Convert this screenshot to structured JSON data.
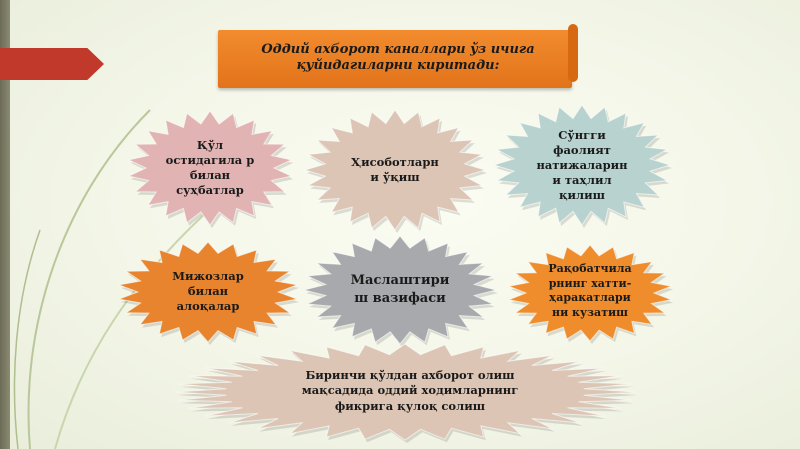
{
  "title": "Оддий ахборот каналлари ўз ичига қуйидагиларни киритади:",
  "nodes": [
    {
      "id": "hand",
      "label": "Қўл остидагила р билан суҳбатлар",
      "color": "#e2b3b3"
    },
    {
      "id": "reports",
      "label": "Ҳисоботларн и ўқиш",
      "color": "#ddc5b5"
    },
    {
      "id": "results",
      "label": "Сўнгги фаолият натижаларин и таҳлил қилиш",
      "color": "#b8d3cf"
    },
    {
      "id": "clients",
      "label": "Мижозлар билан алоқалар",
      "color": "#e7842d"
    },
    {
      "id": "consult",
      "label": "Маслаштири ш вазифаси",
      "color": "#a8a9ad"
    },
    {
      "id": "competitors",
      "label": "Рақобатчила рнинг хатти-ҳаракатлари ни кузатиш",
      "color": "#ef8c2c"
    },
    {
      "id": "firsthand",
      "label": "Биринчи қўлдан ахборот олиш мақсадида оддий ходимларнинг фикрига қулоқ солиш",
      "color": "#ddc5b5"
    }
  ],
  "colors": {
    "banner": "#ef8a2a",
    "arrow": "#c1392b",
    "curve": "#b9c79a"
  }
}
